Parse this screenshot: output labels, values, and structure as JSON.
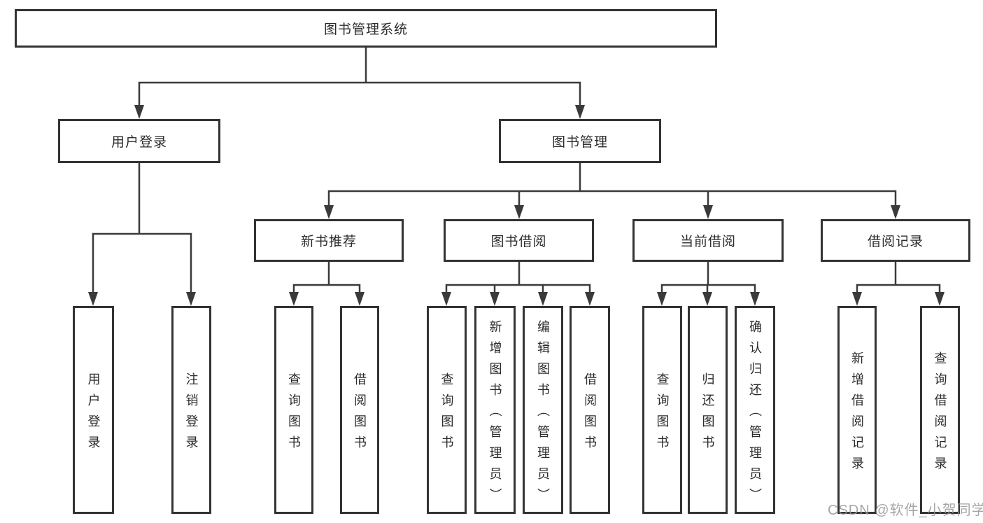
{
  "tree": {
    "root": {
      "label": "图书管理系统"
    },
    "branches": [
      {
        "label": "用户登录",
        "children": [
          {
            "label": "用户登录"
          },
          {
            "label": "注销登录"
          }
        ]
      },
      {
        "label": "图书管理",
        "sections": [
          {
            "label": "新书推荐",
            "children": [
              {
                "label": "查询图书"
              },
              {
                "label": "借阅图书"
              }
            ]
          },
          {
            "label": "图书借阅",
            "children": [
              {
                "label": "查询图书"
              },
              {
                "label": "新增图书（管理员）"
              },
              {
                "label": "编辑图书（管理员）"
              },
              {
                "label": "借阅图书"
              }
            ]
          },
          {
            "label": "当前借阅",
            "children": [
              {
                "label": "查询图书"
              },
              {
                "label": "归还图书"
              },
              {
                "label": "确认归还（管理员）"
              }
            ]
          },
          {
            "label": "借阅记录",
            "children": [
              {
                "label": "新增借阅记录"
              },
              {
                "label": "查询借阅记录"
              }
            ]
          }
        ]
      }
    ]
  },
  "watermark": "CSDN @软件_小贺同学",
  "colors": {
    "line": "#3a3a3a",
    "box_border": "#333333",
    "text": "#2b2b2b",
    "watermark": "#a0a0a0",
    "background": "#ffffff"
  }
}
